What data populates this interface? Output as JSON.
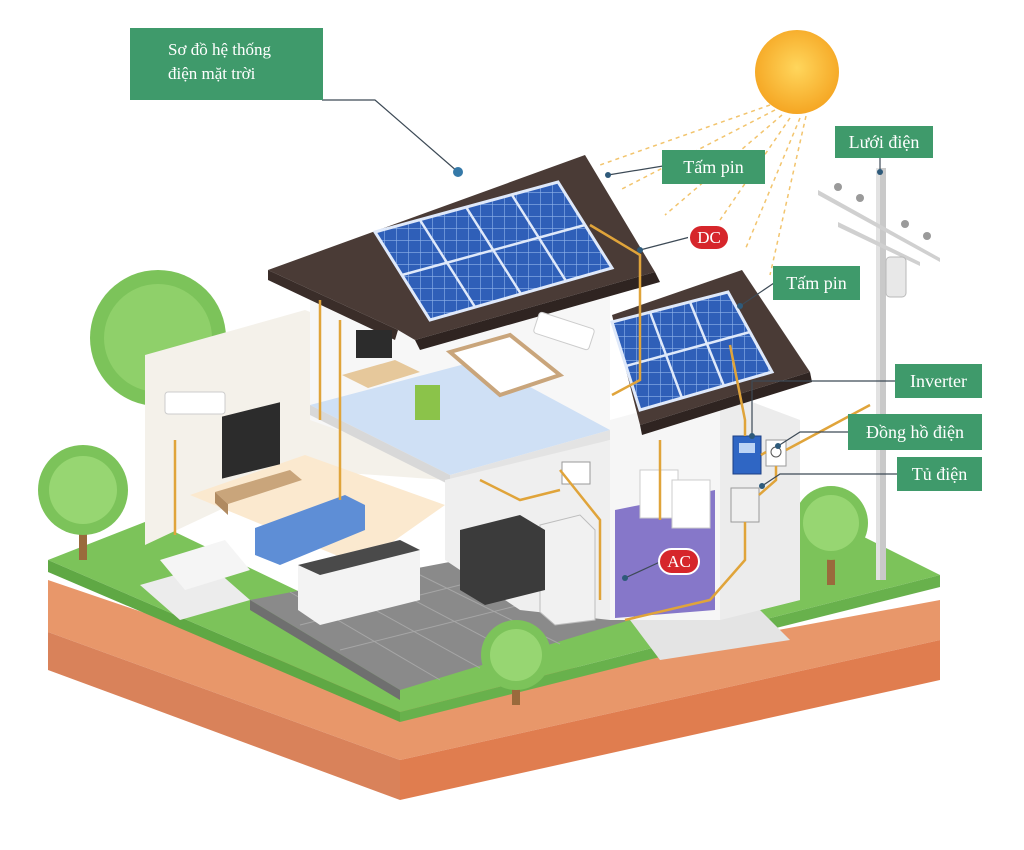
{
  "title": {
    "line1": "Sơ đồ hệ thống",
    "line2": "điện mặt trời"
  },
  "labels": {
    "grid": "Lưới điện",
    "panel_main": "Tấm pin",
    "panel_secondary": "Tấm pin",
    "inverter": "Inverter",
    "meter": "Đồng hồ điện",
    "cabinet": "Tủ điện",
    "dc": "DC",
    "ac": "AC"
  },
  "colors": {
    "label_bg": "#3f9a6b",
    "pill_bg": "#d6262b",
    "wire": "#e0a43a",
    "panel": "#2f5fb8",
    "roof": "#4a3b36",
    "grass": "#7cc35a",
    "soil": "#e8976a",
    "sun": "#f7b531"
  }
}
